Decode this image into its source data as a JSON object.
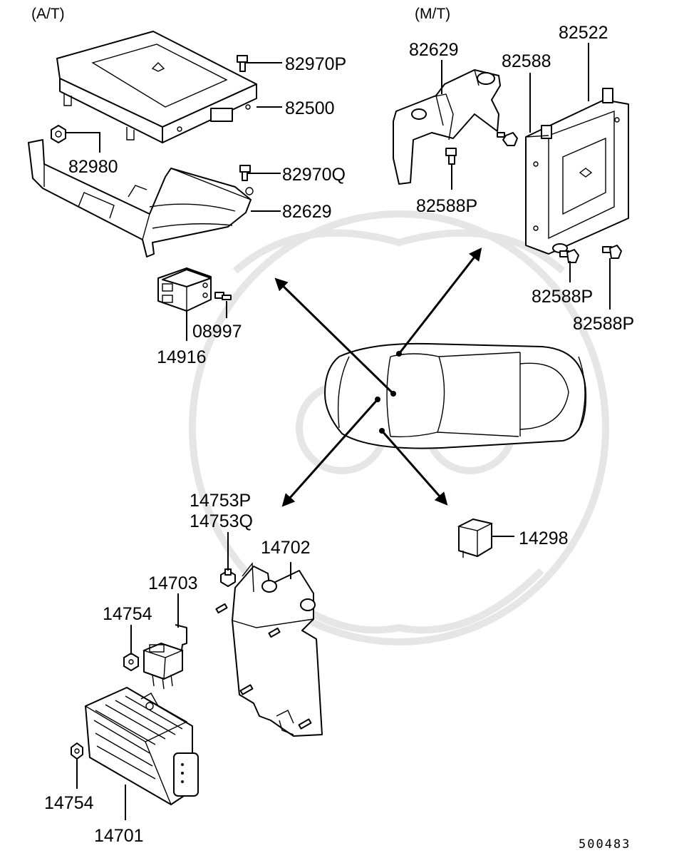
{
  "sections": {
    "automatic": "(A/T)",
    "manual": "(M/T)"
  },
  "parts": {
    "p82970P": "82970P",
    "p82500": "82500",
    "p82980": "82980",
    "p82970Q": "82970Q",
    "p82629_at": "82629",
    "p08997": "08997",
    "p14916": "14916",
    "p82629_mt": "82629",
    "p82588": "82588",
    "p82522": "82522",
    "p82588P_a": "82588P",
    "p82588P_b": "82588P",
    "p82588P_c": "82588P",
    "p14753P": "14753P",
    "p14753Q": "14753Q",
    "p14702": "14702",
    "p14703": "14703",
    "p14754_a": "14754",
    "p14754_b": "14754",
    "p14701": "14701",
    "p14298": "14298"
  },
  "diagram_code": "500483"
}
